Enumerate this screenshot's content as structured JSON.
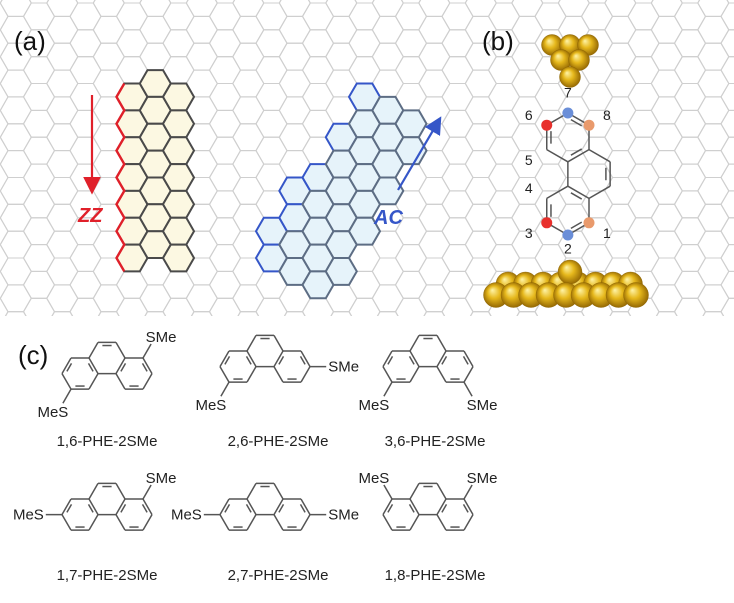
{
  "panels": {
    "a": "(a)",
    "b": "(b)",
    "c": "(c)"
  },
  "panel_a": {
    "zigzag_label": "ZZ",
    "armchair_label": "AC",
    "zigzag_color": "#e0202a",
    "armchair_color": "#3556c8"
  },
  "panel_b": {
    "position_labels": [
      "1",
      "2",
      "3",
      "4",
      "5",
      "6",
      "7",
      "8"
    ],
    "site_colors": {
      "1": "#e99a6c",
      "8": "#e99a6c",
      "2": "#6a8ed8",
      "7": "#6a8ed8",
      "3": "#e8302c",
      "6": "#e8302c"
    },
    "electrode_color": "#d9a915"
  },
  "panel_c": {
    "molecules": [
      {
        "name": "1,6-PHE-2SMe",
        "substituents": [
          {
            "position": "1",
            "text": "SMe"
          },
          {
            "position": "6",
            "text": "MeS"
          }
        ]
      },
      {
        "name": "2,6-PHE-2SMe",
        "substituents": [
          {
            "position": "2",
            "text": "SMe"
          },
          {
            "position": "6",
            "text": "MeS"
          }
        ]
      },
      {
        "name": "3,6-PHE-2SMe",
        "substituents": [
          {
            "position": "3",
            "text": "SMe"
          },
          {
            "position": "6",
            "text": "MeS"
          }
        ]
      },
      {
        "name": "1,7-PHE-2SMe",
        "substituents": [
          {
            "position": "1",
            "text": "SMe"
          },
          {
            "position": "7",
            "text": "MeS"
          }
        ]
      },
      {
        "name": "2,7-PHE-2SMe",
        "substituents": [
          {
            "position": "2",
            "text": "SMe"
          },
          {
            "position": "7",
            "text": "MeS"
          }
        ]
      },
      {
        "name": "1,8-PHE-2SMe",
        "substituents": [
          {
            "position": "1",
            "text": "SMe"
          },
          {
            "position": "8",
            "text": "MeS"
          }
        ]
      }
    ]
  }
}
